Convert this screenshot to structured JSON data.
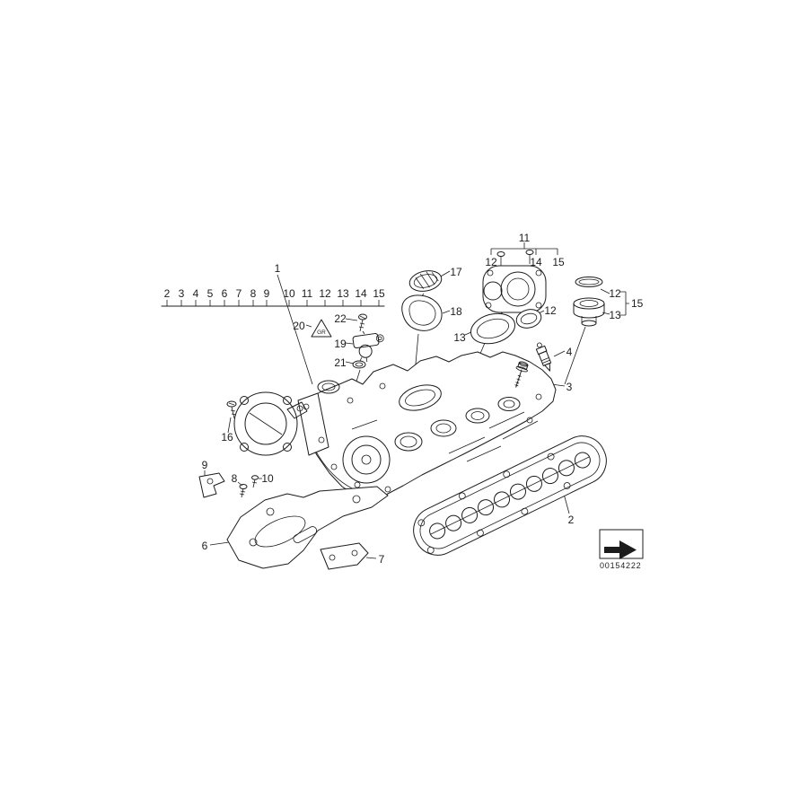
{
  "diagram": {
    "stamp_number": "00154222",
    "triangle_label": "GR"
  },
  "index_strip": {
    "left": [
      "2",
      "3",
      "4",
      "5",
      "6",
      "7",
      "8",
      "9"
    ],
    "right": [
      "10",
      "11",
      "12",
      "13",
      "14",
      "15"
    ]
  },
  "callouts": {
    "main": "1",
    "gasket_profile": "2",
    "bolt_3": "3",
    "sensor_4": "4",
    "bracket_6": "6",
    "cover_7": "7",
    "screw_8": "8",
    "holder_9": "9",
    "screw_10": "10",
    "pcv_assembly_11": "11",
    "pcv_12": "12",
    "pcv_14": "14",
    "pcv_15": "15",
    "pcv_gasket_12": "12",
    "pcv_gasket_13": "13",
    "cap_17": "17",
    "cap_gasket_18": "18",
    "filler_oring_12": "12",
    "filler_cap_13": "13",
    "filler_group_15": "15",
    "screw_16": "16",
    "warning_20": "20",
    "screw_22": "22",
    "valve_19": "19",
    "oring_21": "21"
  }
}
